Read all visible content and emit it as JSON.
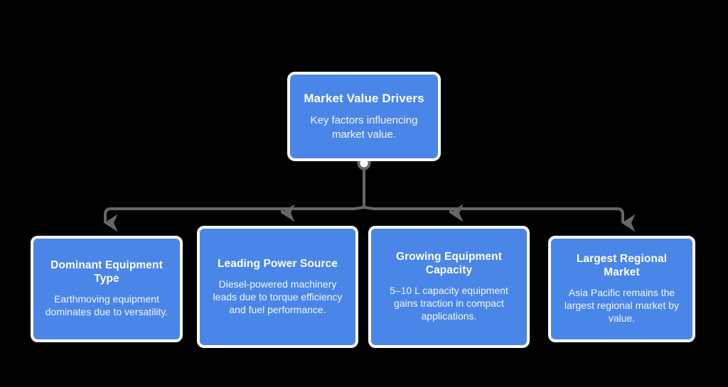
{
  "diagram": {
    "type": "hierarchy-tree",
    "orientation": "top-down",
    "colors": {
      "node_fill": "#4a86e8",
      "node_border": "#ffffff",
      "node_text": "#ffffff",
      "connector": "#666666",
      "background": "#000000",
      "connector_dot_fill": "#ffffff"
    },
    "root": {
      "title": "Market Value Drivers",
      "description": "Key factors influencing market value."
    },
    "children": [
      {
        "title": "Dominant Equipment Type",
        "description": "Earthmoving equipment dominates due to versatility."
      },
      {
        "title": "Leading Power Source",
        "description": "Diesel-powered machinery leads due to torque efficiency and fuel performance."
      },
      {
        "title": "Growing Equipment Capacity",
        "description": "5–10 L capacity equipment gains traction in compact applications."
      },
      {
        "title": "Largest Regional Market",
        "description": "Asia Pacific remains the largest regional market by value."
      }
    ]
  }
}
